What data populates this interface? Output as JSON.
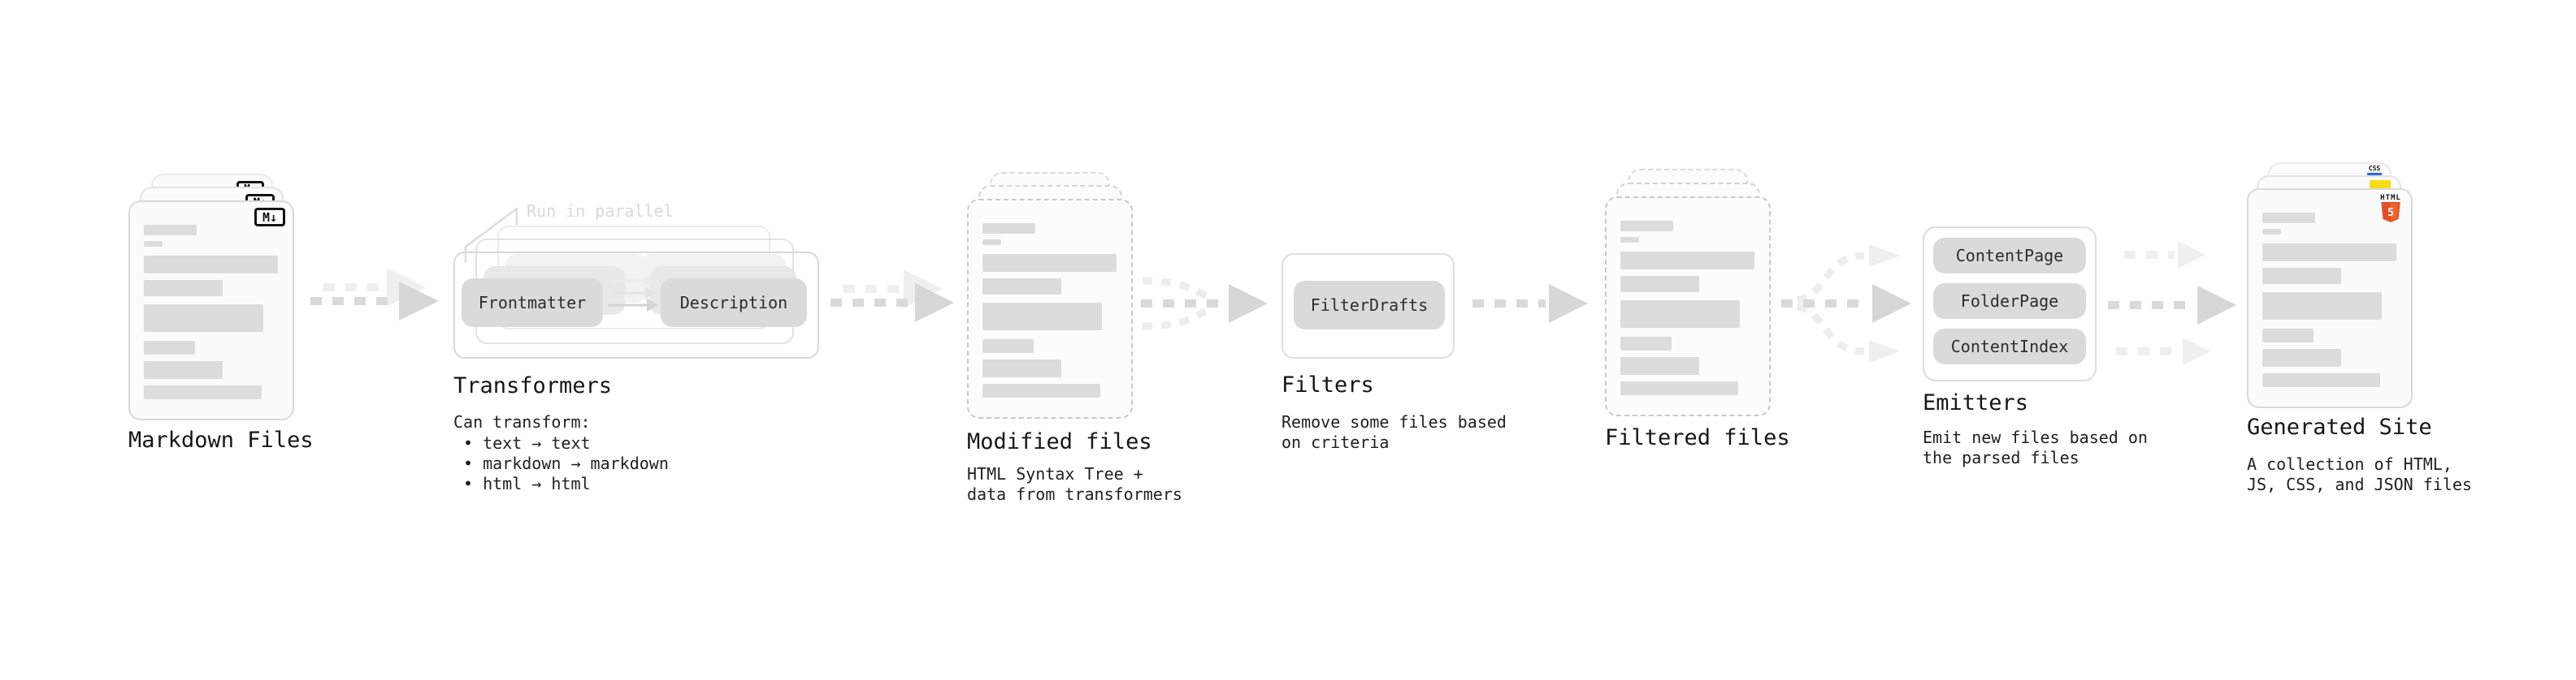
{
  "stages": {
    "markdown_files": {
      "title": "Markdown Files",
      "file_badge": "M↓"
    },
    "transformers": {
      "annotation": "Run in parallel",
      "nodes": [
        "Frontmatter",
        "Description"
      ],
      "title": "Transformers",
      "description_heading": "Can transform:",
      "bullets": [
        "• text → text",
        "• markdown → markdown",
        "• html → html"
      ]
    },
    "modified_files": {
      "title": "Modified files",
      "description_line1": "HTML Syntax Tree +",
      "description_line2": "data from transformers"
    },
    "filters": {
      "nodes": [
        "FilterDrafts"
      ],
      "title": "Filters",
      "description_line1": "Remove some files based",
      "description_line2": "on criteria"
    },
    "filtered_files": {
      "title": "Filtered files"
    },
    "emitters": {
      "nodes": [
        "ContentPage",
        "FolderPage",
        "ContentIndex"
      ],
      "title": "Emitters",
      "description_line1": "Emit new files based on",
      "description_line2": "the parsed files"
    },
    "generated_site": {
      "title": "Generated Site",
      "description_line1": "A collection of HTML,",
      "description_line2": "JS, CSS, and JSON files",
      "file_badges": {
        "css_label": "CSS",
        "html5_label": "HTML",
        "html5_number": "5"
      }
    }
  },
  "colors": {
    "html5_orange": "#e44d26",
    "html5_orange_light": "#f16529",
    "js_yellow": "#f5de19",
    "css_blue": "#2965f1",
    "node_fill": "#dadada",
    "doc_line": "#dcdcdc",
    "arrow_dark": "#d9d9d9",
    "arrow_light": "#efefef"
  }
}
